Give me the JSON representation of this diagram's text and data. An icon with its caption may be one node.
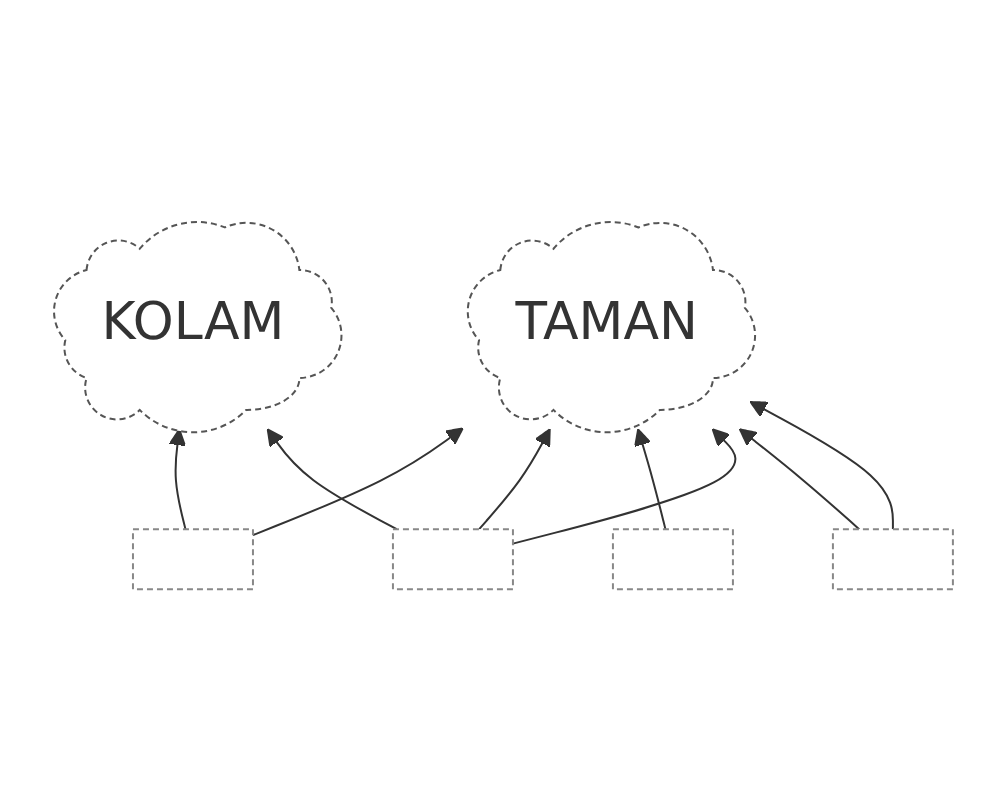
{
  "diagram": {
    "nodes": [
      {
        "text": [
          "KOLAM"
        ]
      },
      {
        "text": [
          "TAMAN"
        ]
      },
      {
        "text": [],
        "shape": "box"
      },
      {
        "text": [],
        "shape": "box"
      },
      {
        "text": [],
        "shape": "box"
      },
      {
        "text": [],
        "shape": "box"
      }
    ],
    "edges": [
      {
        "from": 2,
        "to": 0,
        "arrow": "to"
      },
      {
        "from": 2,
        "to": 1,
        "arrow": "to"
      },
      {
        "from": 3,
        "to": 1,
        "arrow": "to"
      },
      {
        "from": 3,
        "to": 0,
        "arrow": "to"
      },
      {
        "from": 4,
        "to": 1,
        "arrow": "to"
      },
      {
        "from": 3,
        "to": 1,
        "arrow": "to"
      },
      {
        "from": 5,
        "to": 1,
        "arrow": "to"
      },
      {
        "from": 5,
        "to": 1,
        "arrow": "to"
      }
    ]
  }
}
